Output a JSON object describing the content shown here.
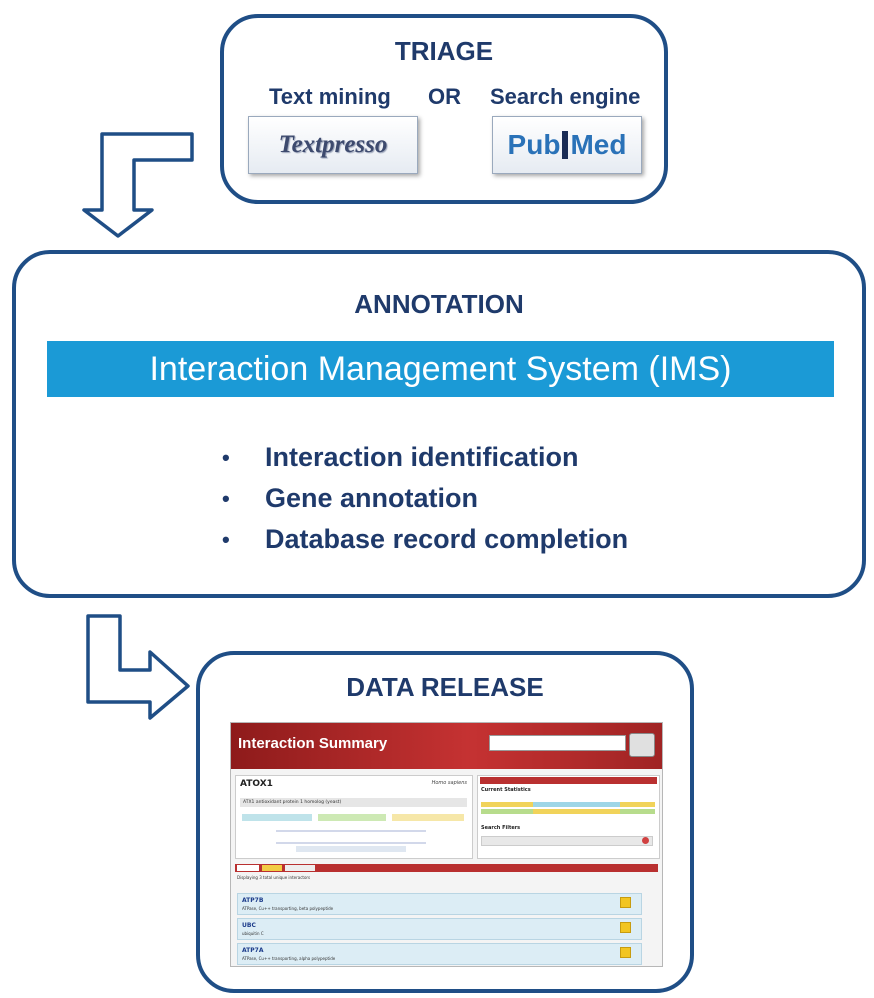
{
  "triage": {
    "title": "TRIAGE",
    "left_label": "Text mining",
    "or_label": "OR",
    "right_label": "Search engine",
    "logo_textpresso": "Textpresso",
    "logo_pubmed_a": "Pub",
    "logo_pubmed_b": "Med"
  },
  "annotation": {
    "title": "ANNOTATION",
    "banner": "Interaction Management System (IMS)",
    "bullets": [
      "Interaction identification",
      "Gene annotation",
      "Database record completion"
    ]
  },
  "release": {
    "title": "DATA RELEASE",
    "screenshot": {
      "header": "Interaction Summary",
      "gene": "ATOX1",
      "species": "Homo sapiens",
      "description": "ATX1 antioxidant protein 1 homolog (yeast)",
      "stats_title": "Current Statistics",
      "filters_title": "Search Filters",
      "displaying": "Displaying 3 total unique interactors",
      "rows": [
        {
          "gene": "ATP7B",
          "desc": "ATPase, Cu++ transporting, beta polypeptide"
        },
        {
          "gene": "UBC",
          "desc": "ubiquitin C"
        },
        {
          "gene": "ATP7A",
          "desc": "ATPase, Cu++ transporting, alpha polypeptide"
        }
      ]
    }
  },
  "colors": {
    "frame": "#1f4e86",
    "text": "#1f3a6b",
    "banner": "#1b9ad6",
    "screenshot_header": "#b02a2a"
  }
}
